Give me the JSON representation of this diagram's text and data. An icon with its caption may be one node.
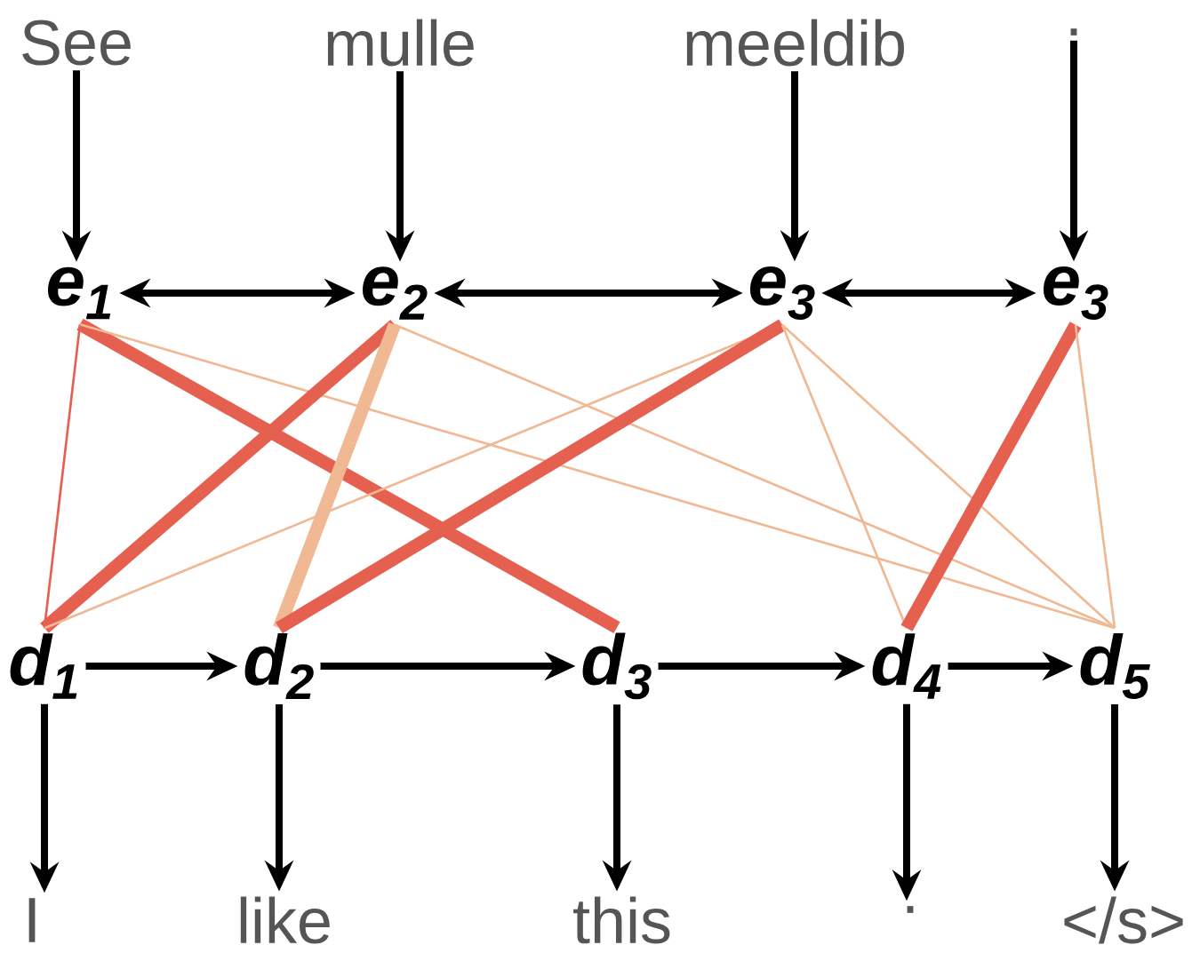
{
  "diagram": {
    "nodes": [
      {
        "text": [
          "See"
        ]
      },
      {
        "text": [
          "mulle"
        ]
      },
      {
        "text": [
          "meeldib"
        ]
      },
      {
        "text": [
          "."
        ]
      },
      {
        "text": [
          "e$_{1}$"
        ]
      },
      {
        "text": [
          "e$_{2}$"
        ]
      },
      {
        "text": [
          "e$_{3}$"
        ]
      },
      {
        "text": [
          "e$_{3}$"
        ]
      },
      {
        "text": [
          "d$_{1}$"
        ]
      },
      {
        "text": [
          "d$_{2}$"
        ]
      },
      {
        "text": [
          "d$_{3}$"
        ]
      },
      {
        "text": [
          "d$_{4}$"
        ]
      },
      {
        "text": [
          "d$_{5}$"
        ]
      },
      {
        "text": [
          "I"
        ]
      },
      {
        "text": [
          "like"
        ]
      },
      {
        "text": [
          "this"
        ]
      },
      {
        "text": [
          "."
        ]
      },
      {
        "text": [
          "</s>"
        ]
      }
    ],
    "edges": [
      {
        "from": 0,
        "to": 4,
        "arrow": "to"
      },
      {
        "from": 1,
        "to": 5,
        "arrow": "to"
      },
      {
        "from": 2,
        "to": 6,
        "arrow": "to"
      },
      {
        "from": 3,
        "to": 7,
        "arrow": "to"
      },
      {
        "from": 4,
        "to": 5,
        "arrow": "both"
      },
      {
        "from": 5,
        "to": 6,
        "arrow": "both"
      },
      {
        "from": 6,
        "to": 7,
        "arrow": "both"
      },
      {
        "from": 8,
        "to": 9,
        "arrow": "to"
      },
      {
        "from": 9,
        "to": 10,
        "arrow": "to"
      },
      {
        "from": 10,
        "to": 11,
        "arrow": "to"
      },
      {
        "from": 11,
        "to": 12,
        "arrow": "to"
      },
      {
        "from": 8,
        "to": 13,
        "arrow": "to"
      },
      {
        "from": 9,
        "to": 14,
        "arrow": "to"
      },
      {
        "from": 10,
        "to": 15,
        "arrow": "to"
      },
      {
        "from": 11,
        "to": 16,
        "arrow": "to"
      },
      {
        "from": 12,
        "to": 17,
        "arrow": "to"
      },
      {
        "from": 4,
        "to": 8,
        "arrow": "none",
        "color": "#e5604f"
      },
      {
        "from": 4,
        "to": 10,
        "arrow": "none",
        "style": "thick",
        "color": "#e5604f"
      },
      {
        "from": 4,
        "to": 12,
        "arrow": "none",
        "color": "#f0b893"
      },
      {
        "from": 5,
        "to": 8,
        "arrow": "none",
        "style": "thick",
        "color": "#e5604f"
      },
      {
        "from": 5,
        "to": 9,
        "arrow": "none",
        "style": "thick",
        "color": "#f0b893"
      },
      {
        "from": 5,
        "to": 12,
        "arrow": "none",
        "color": "#f0b893"
      },
      {
        "from": 6,
        "to": 8,
        "arrow": "none",
        "color": "#f0b893"
      },
      {
        "from": 6,
        "to": 9,
        "arrow": "none",
        "style": "thick",
        "color": "#e5604f"
      },
      {
        "from": 6,
        "to": 11,
        "arrow": "none",
        "color": "#f0b893"
      },
      {
        "from": 6,
        "to": 12,
        "arrow": "none",
        "color": "#f0b893"
      },
      {
        "from": 7,
        "to": 11,
        "arrow": "none",
        "style": "thick",
        "color": "#e5604f"
      },
      {
        "from": 7,
        "to": 12,
        "arrow": "none",
        "color": "#f0b893"
      }
    ]
  }
}
